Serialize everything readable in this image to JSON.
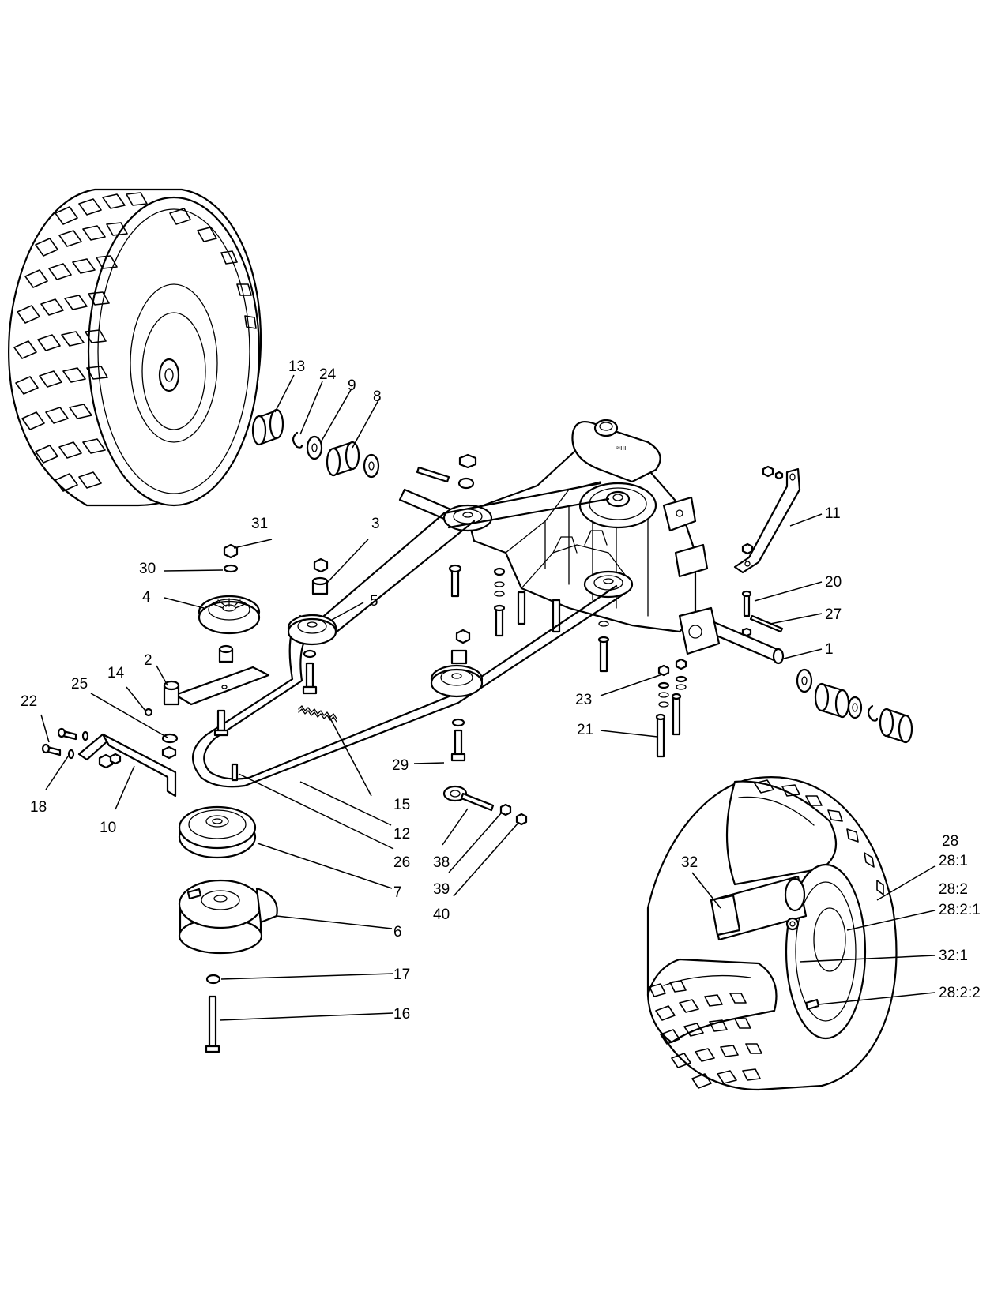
{
  "callouts": [
    {
      "id": "c1",
      "text": "1"
    },
    {
      "id": "c2",
      "text": "2"
    },
    {
      "id": "c3",
      "text": "3"
    },
    {
      "id": "c4",
      "text": "4"
    },
    {
      "id": "c5",
      "text": "5"
    },
    {
      "id": "c6",
      "text": "6"
    },
    {
      "id": "c7",
      "text": "7"
    },
    {
      "id": "c8",
      "text": "8"
    },
    {
      "id": "c9",
      "text": "9"
    },
    {
      "id": "c10",
      "text": "10"
    },
    {
      "id": "c11",
      "text": "11"
    },
    {
      "id": "c12",
      "text": "12"
    },
    {
      "id": "c13",
      "text": "13"
    },
    {
      "id": "c14",
      "text": "14"
    },
    {
      "id": "c15",
      "text": "15"
    },
    {
      "id": "c16",
      "text": "16"
    },
    {
      "id": "c17",
      "text": "17"
    },
    {
      "id": "c18",
      "text": "18"
    },
    {
      "id": "c20",
      "text": "20"
    },
    {
      "id": "c21",
      "text": "21"
    },
    {
      "id": "c22",
      "text": "22"
    },
    {
      "id": "c23",
      "text": "23"
    },
    {
      "id": "c24",
      "text": "24"
    },
    {
      "id": "c25",
      "text": "25"
    },
    {
      "id": "c26",
      "text": "26"
    },
    {
      "id": "c27",
      "text": "27"
    },
    {
      "id": "c28",
      "text": "28"
    },
    {
      "id": "c28_1",
      "text": "28:1"
    },
    {
      "id": "c28_2",
      "text": "28:2"
    },
    {
      "id": "c28_2_1",
      "text": "28:2:1"
    },
    {
      "id": "c28_2_2",
      "text": "28:2:2"
    },
    {
      "id": "c29",
      "text": "29"
    },
    {
      "id": "c30",
      "text": "30"
    },
    {
      "id": "c31",
      "text": "31"
    },
    {
      "id": "c32",
      "text": "32"
    },
    {
      "id": "c32_1",
      "text": "32:1"
    },
    {
      "id": "c38",
      "text": "38"
    },
    {
      "id": "c39",
      "text": "39"
    },
    {
      "id": "c40",
      "text": "40"
    }
  ]
}
